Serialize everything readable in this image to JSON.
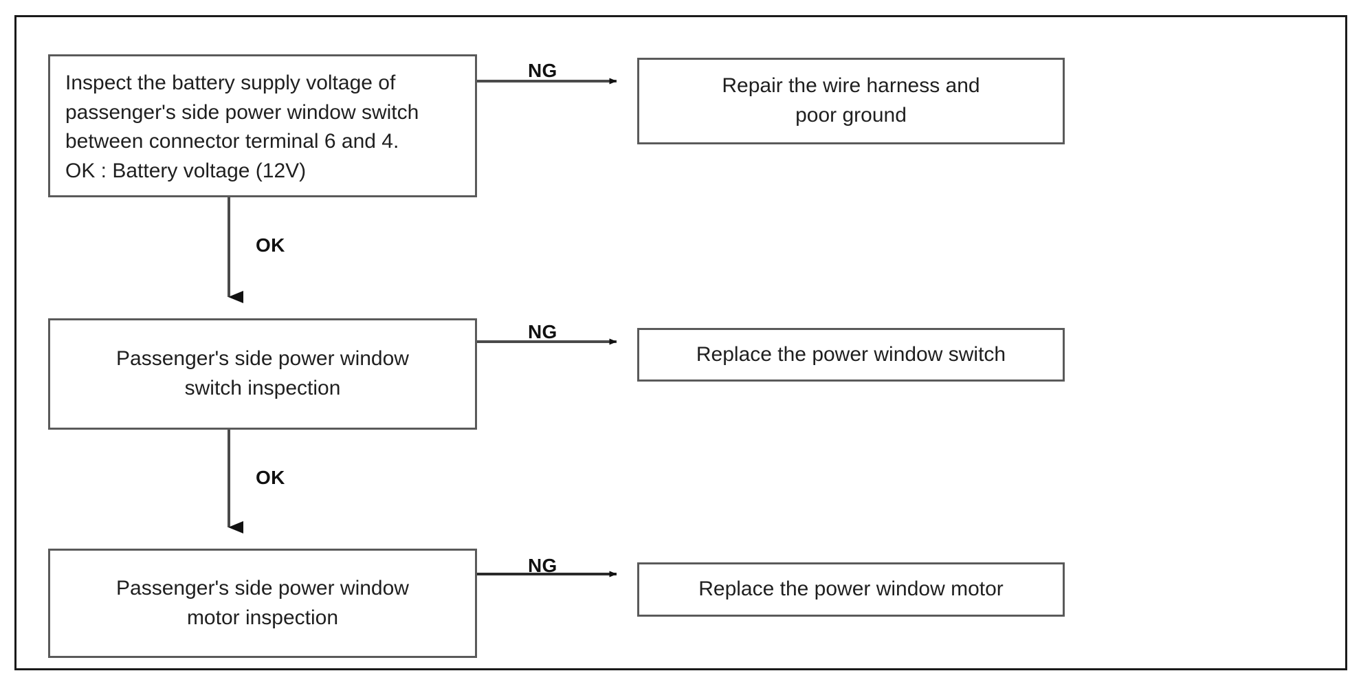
{
  "diagram": {
    "title": "Passenger's side power window troubleshooting flowchart",
    "type": "flowchart",
    "frame_color": "#1a1a1a",
    "node_border_color": "#5a5a5a",
    "connector_color": "#4a4a4a",
    "text_color": "#1f1f1f",
    "nodes": {
      "battery_check": {
        "id": "battery-check",
        "kind": "inspection",
        "lines": [
          "Inspect the battery supply voltage of",
          "passenger's side power window switch",
          "between connector terminal 6 and 4.",
          "OK : Battery voltage (12V)"
        ],
        "line1": "Inspect the battery supply voltage of",
        "line2": "passenger's side power window switch",
        "line3": "between connector terminal 6 and 4.",
        "line4": "OK : Battery voltage (12V)"
      },
      "repair_harness": {
        "id": "repair-harness",
        "kind": "action",
        "line1": "Repair the wire harness and",
        "line2": "poor ground"
      },
      "switch_inspection": {
        "id": "switch-inspection",
        "kind": "inspection",
        "line1": "Passenger's side power window",
        "line2": "switch inspection"
      },
      "replace_switch": {
        "id": "replace-switch",
        "kind": "action",
        "line1": "Replace the power window switch"
      },
      "motor_inspection": {
        "id": "motor-inspection",
        "kind": "inspection",
        "line1": "Passenger's side power window",
        "line2": "motor inspection"
      },
      "replace_motor": {
        "id": "replace-motor",
        "kind": "action",
        "line1": "Replace the power window motor"
      }
    },
    "edges": [
      {
        "id": "battery-check-to-repair-harness",
        "from": "battery_check",
        "to": "repair_harness",
        "label": "NG",
        "direction": "right"
      },
      {
        "id": "battery-check-to-switch-inspection",
        "from": "battery_check",
        "to": "switch_inspection",
        "label": "OK",
        "direction": "down"
      },
      {
        "id": "switch-inspection-to-replace-switch",
        "from": "switch_inspection",
        "to": "replace_switch",
        "label": "NG",
        "direction": "right"
      },
      {
        "id": "switch-inspection-to-motor-inspection",
        "from": "switch_inspection",
        "to": "motor_inspection",
        "label": "OK",
        "direction": "down"
      },
      {
        "id": "motor-inspection-to-replace-motor",
        "from": "motor_inspection",
        "to": "replace_motor",
        "label": "NG",
        "direction": "right"
      }
    ],
    "labels": {
      "ng_1": "NG",
      "ng_2": "NG",
      "ng_3": "NG",
      "ok_1": "OK",
      "ok_2": "OK"
    }
  }
}
